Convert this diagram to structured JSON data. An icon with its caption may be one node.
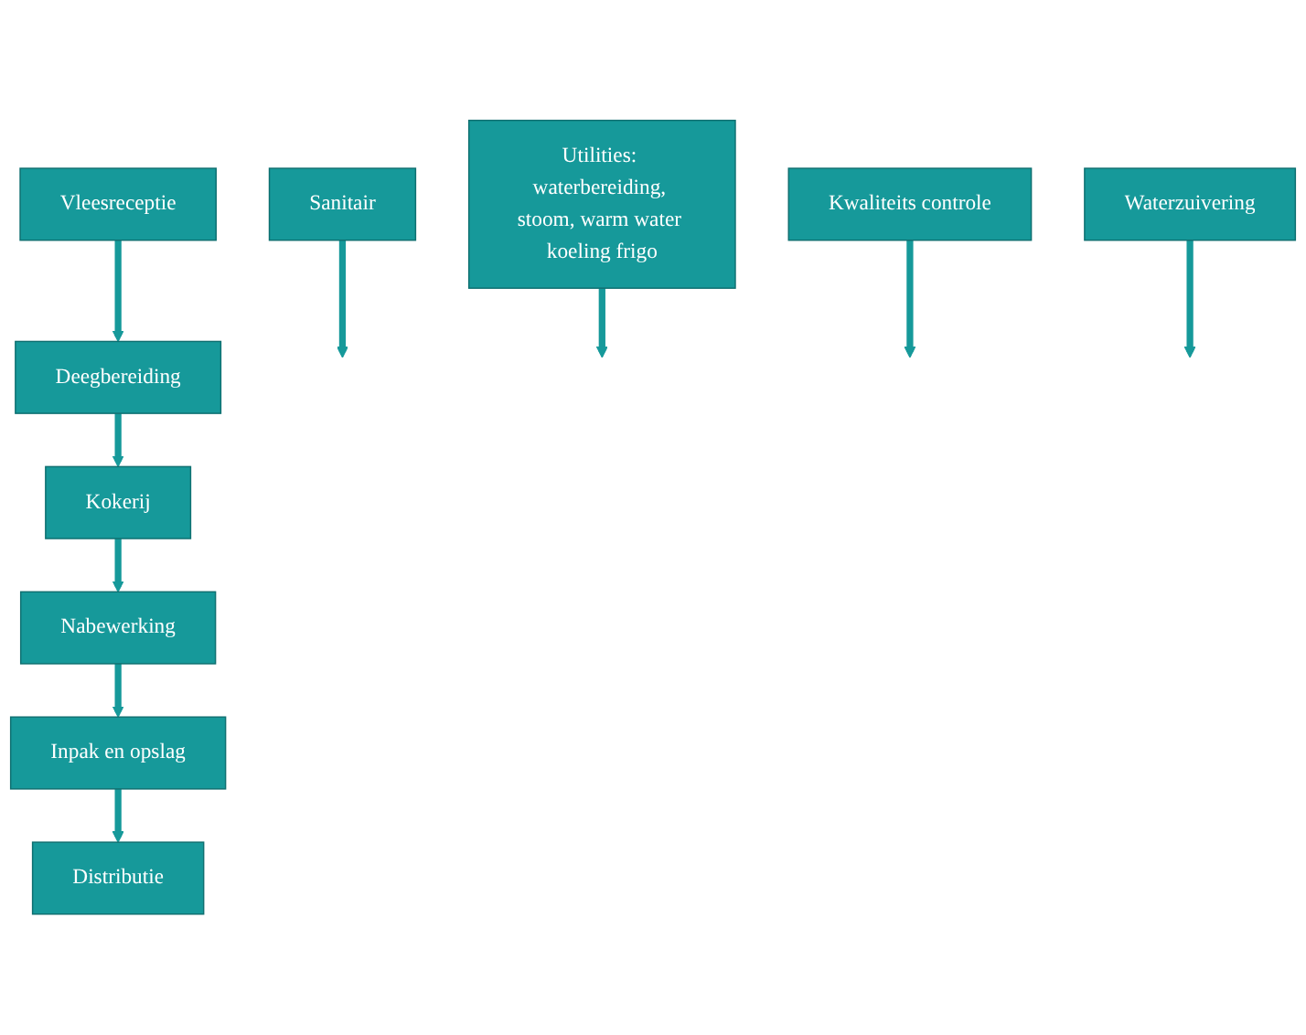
{
  "diagram": {
    "nodes": [
      {
        "text": [
          "Vleesreceptie"
        ]
      },
      {
        "text": [
          "Deegbereiding"
        ]
      },
      {
        "text": [
          "Kokerij"
        ]
      },
      {
        "text": [
          "Nabewerking"
        ]
      },
      {
        "text": [
          "Inpak en opslag"
        ]
      },
      {
        "text": [
          "Distributie"
        ]
      },
      {
        "text": [
          "Sanitair"
        ]
      },
      {
        "text": [
          "Utilities: waterbereiding, stoom, warm water koeling frigo"
        ]
      },
      {
        "text": [
          "Kwaliteits controle"
        ]
      },
      {
        "text": [
          "Waterzuivering"
        ]
      }
    ],
    "edges": [
      {
        "from": 0,
        "to": 1,
        "arrow": "to"
      },
      {
        "from": 1,
        "to": 2,
        "arrow": "to"
      },
      {
        "from": 2,
        "to": 3,
        "arrow": "to"
      },
      {
        "from": 3,
        "to": 4,
        "arrow": "to"
      },
      {
        "from": 4,
        "to": 5,
        "arrow": "to"
      },
      {
        "from": 6,
        "to": null,
        "arrow": "to"
      },
      {
        "from": 7,
        "to": null,
        "arrow": "to"
      },
      {
        "from": 8,
        "to": null,
        "arrow": "to"
      },
      {
        "from": 9,
        "to": null,
        "arrow": "to"
      }
    ]
  }
}
